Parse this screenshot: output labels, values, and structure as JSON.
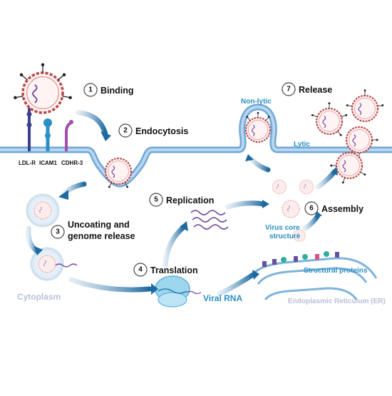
{
  "steps": [
    {
      "num": "1",
      "label": "Binding"
    },
    {
      "num": "2",
      "label": "Endocytosis"
    },
    {
      "num": "3",
      "label_line1": "Uncoating and",
      "label_line2": "genome release"
    },
    {
      "num": "4",
      "label": "Translation"
    },
    {
      "num": "5",
      "label": "Replication"
    },
    {
      "num": "6",
      "label": "Assembly"
    },
    {
      "num": "7",
      "label": "Release"
    }
  ],
  "receptors": [
    "LDL-R",
    "ICAM1",
    "CDHR-3"
  ],
  "release_modes": {
    "non_lytic": "Non-lytic",
    "lytic": "Lytic"
  },
  "labels": {
    "virus_core_line1": "Virus core",
    "virus_core_line2": "structure",
    "structural_proteins": "Structural proteins",
    "viral_rna": "Viral RNA",
    "cytoplasm": "Cytoplasm",
    "er": "Endoplasmic Reticulum (ER)"
  },
  "colors": {
    "membrane": "#6fa8d8",
    "arrow": "#1e6aa0",
    "virus_shell": "#b84a4a",
    "accent_text": "#2a8fc4",
    "pale_text": "#b9bfd9",
    "rna_purple": "#7a4e9f"
  }
}
